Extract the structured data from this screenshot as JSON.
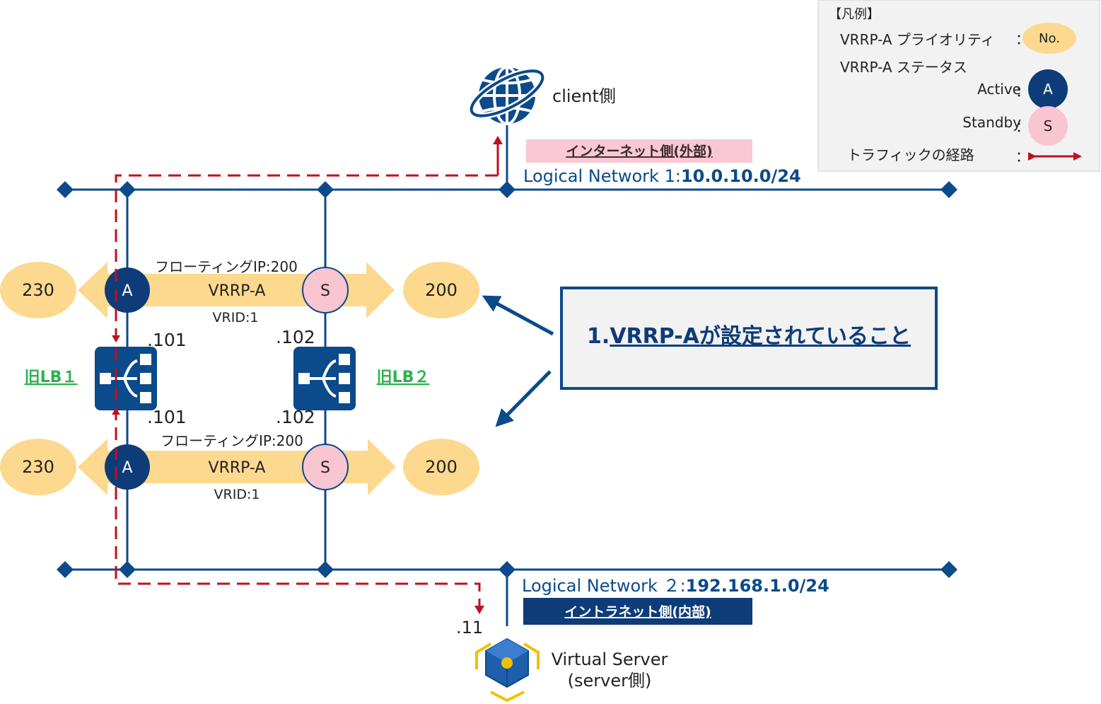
{
  "colors": {
    "navy": "#0b4a8b",
    "dark_navy": "#0d3c78",
    "priority_fill": "#fcd98e",
    "standby_fill": "#f9c5d1",
    "traffic_red": "#c0101c",
    "green": "#2bb24c",
    "legend_bg": "#f2f2f2",
    "internet_badge": "#f9c8d4",
    "intranet_badge": "#0d3c78",
    "callout_bg": "#f2f2f2",
    "server_gold": "#f2c000"
  },
  "legend": {
    "title": "【凡例】",
    "priority_label": "VRRP-A プライオリティ",
    "priority_symbol": "No.",
    "status_label": "VRRP-A ステータス",
    "active_label": "Active",
    "active_symbol": "A",
    "standby_label": "Standby",
    "standby_symbol": "S",
    "traffic_label": "トラフィックの経路",
    "colon": "："
  },
  "client": {
    "label": "client側",
    "icon": "globe-icon"
  },
  "internet_badge": "インターネット側(外部)",
  "network1": {
    "prefix": "Logical Network 1:",
    "address": "10.0.10.0/24"
  },
  "network2": {
    "prefix": "Logical Network ２:",
    "address": "192.168.1.0/24"
  },
  "intranet_badge": "イントラネット側(内部)",
  "vrrp_upper": {
    "floating_ip": "フローティングIP:200",
    "label": "VRRP-A",
    "vrid": "VRID:1",
    "left_priority": "230",
    "right_priority": "200",
    "left_status": "A",
    "right_status": "S"
  },
  "vrrp_lower": {
    "floating_ip": "フローティングIP:200",
    "label": "VRRP-A",
    "vrid": "VRID:1",
    "left_priority": "230",
    "right_priority": "200",
    "left_status": "A",
    "right_status": "S"
  },
  "lb1": {
    "name": "旧LB１",
    "upper_ip": ".101",
    "lower_ip": ".101",
    "icon": "load-balancer-icon"
  },
  "lb2": {
    "name": "旧LB２",
    "upper_ip": ".102",
    "lower_ip": ".102",
    "icon": "load-balancer-icon"
  },
  "callout": {
    "prefix": "1.",
    "text": "VRRP-Aが設定されていること"
  },
  "server": {
    "ip": ".11",
    "line1": "Virtual Server",
    "line2": "(server側)",
    "icon": "virtual-server-icon"
  }
}
